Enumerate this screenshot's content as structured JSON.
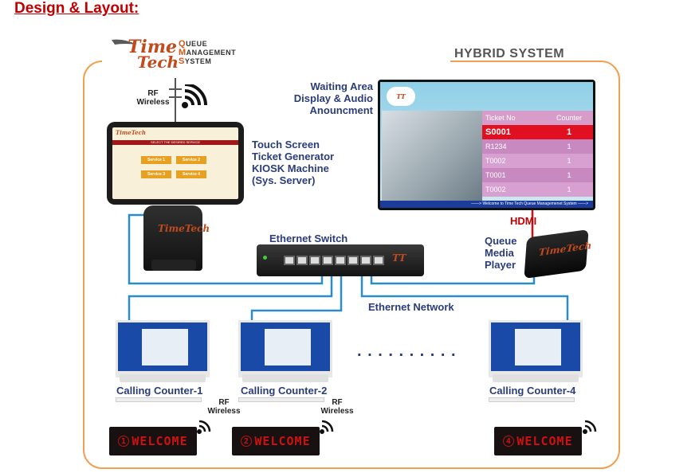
{
  "heading": "Design & Layout:",
  "system_type": "HYBRID SYSTEM",
  "logo": {
    "word1": "Time",
    "word2": "Tech",
    "line1_initial": "Q",
    "line1_rest": "UEUE",
    "line2_initial": "M",
    "line2_rest": "ANAGEMENT",
    "line3_initial": "S",
    "line3_rest": "YSTEM"
  },
  "rf_wireless": "RF\nWireless",
  "labels": {
    "waiting_area": [
      "Waiting Area",
      "Display & Audio",
      "Anouncment"
    ],
    "kiosk": [
      "Touch Screen",
      "Ticket Generator",
      "KIOSK Machine",
      "(Sys. Server)"
    ],
    "switch": "Ethernet Switch",
    "network": "Ethernet Network",
    "hdmi": "HDMI",
    "player": [
      "Queue",
      "Media",
      "Player"
    ],
    "dots": ". . . . . . . . . ."
  },
  "kiosk_screen": {
    "title": "SELECT THE DESIRED SERVICE",
    "buttons": [
      "Service 1",
      "Service 2",
      "Service 3",
      "Service 4"
    ]
  },
  "display": {
    "col_ticket": "Ticket No",
    "col_counter": "Counter",
    "rows": [
      {
        "ticket": "S0001",
        "counter": "1"
      },
      {
        "ticket": "R1234",
        "counter": "1"
      },
      {
        "ticket": "T0002",
        "counter": "1"
      },
      {
        "ticket": "T0001",
        "counter": "1"
      },
      {
        "ticket": "T0002",
        "counter": "1"
      }
    ],
    "footer": "——> Welcome to Time Tech Queue Managemenet System ——>"
  },
  "counters": [
    {
      "name": "Calling Counter-1",
      "led_num": "1",
      "led_text": "WELCOME"
    },
    {
      "name": "Calling Counter-2",
      "led_num": "2",
      "led_text": "WELCOME"
    },
    {
      "name": "Calling Counter-4",
      "led_num": "4",
      "led_text": "WELCOME"
    }
  ],
  "colors": {
    "frame": "#f0a050",
    "label_blue": "#2a3c7c",
    "heading_red": "#c00000",
    "cable": "#2a8cc8"
  }
}
